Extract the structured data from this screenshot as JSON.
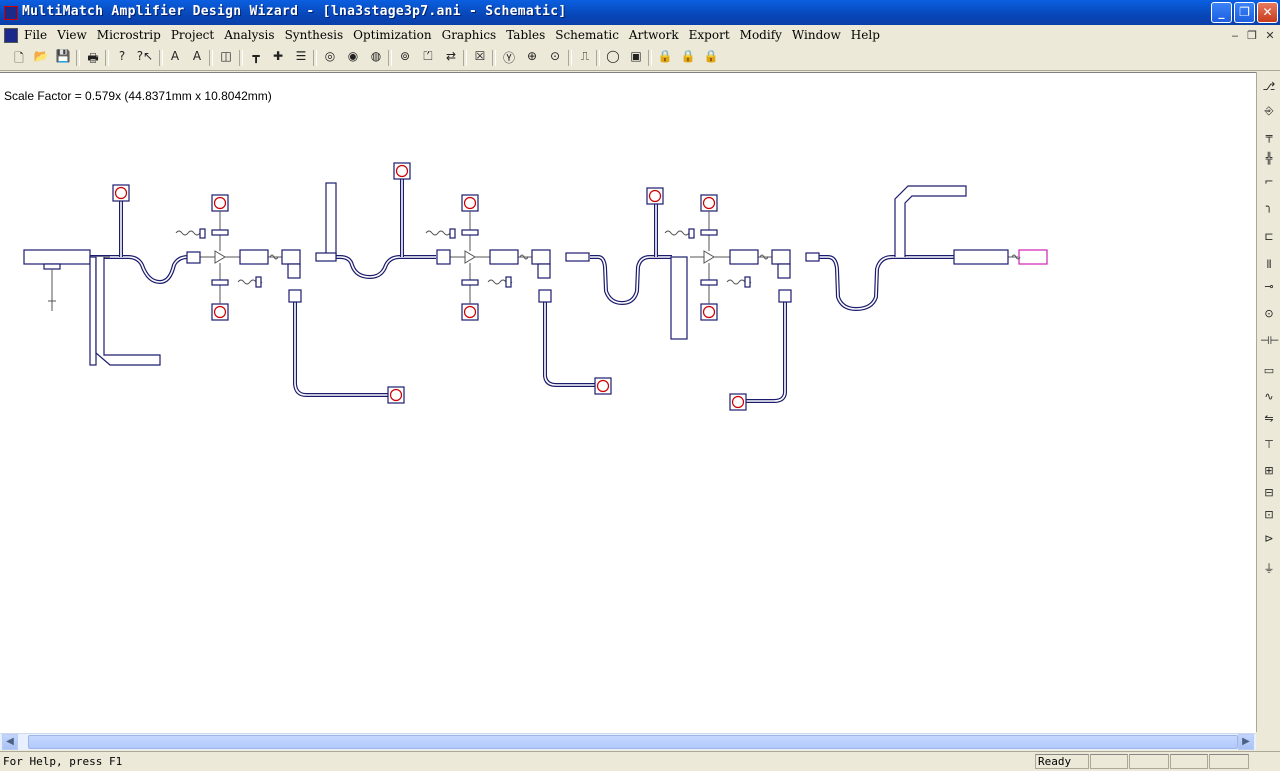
{
  "window": {
    "title": "MultiMatch Amplifier Design Wizard - [lna3stage3p7.ani - Schematic]",
    "minimize_glyph": "_",
    "maximize_glyph": "❐",
    "close_glyph": "✕"
  },
  "menu": {
    "items": [
      "File",
      "View",
      "Microstrip",
      "Project",
      "Analysis",
      "Synthesis",
      "Optimization",
      "Graphics",
      "Tables",
      "Schematic",
      "Artwork",
      "Export",
      "Modify",
      "Window",
      "Help"
    ],
    "mdi_min": "‒",
    "mdi_restore": "❐",
    "mdi_close": "✕"
  },
  "toolbar": {
    "icons": [
      "new-file-icon",
      "open-folder-icon",
      "save-icon",
      "print-icon",
      "help-icon",
      "context-help-icon",
      "text-a-icon",
      "text-italic-icon",
      "dimension-icon",
      "tee-icon",
      "cross-icon",
      "notes-icon",
      "smith-chart-icon",
      "circle-icon",
      "overlay-icon",
      "target-icon",
      "port-icon",
      "swap-icon",
      "delete-icon",
      "y-param-icon",
      "plus-circle-icon",
      "dot-circle-icon",
      "pulse-icon",
      "ring-icon",
      "rect-icon",
      "lock-icon",
      "lock2-icon",
      "lock3-icon"
    ],
    "glyphs": [
      "🗋",
      "📂",
      "💾",
      "🖶",
      "?",
      "?↖",
      "A",
      "A",
      "◫",
      "┳",
      "✚",
      "☰",
      "◎",
      "◉",
      "◍",
      "⊚",
      "⏍",
      "⇄",
      "☒",
      "Ⓨ",
      "⊕",
      "⊙",
      "⎍",
      "◯",
      "▣",
      "🔒",
      "🔒",
      "🔒"
    ]
  },
  "canvas": {
    "scale_factor_text": "Scale Factor =  0.579x (44.8371mm x 10.8042mm)"
  },
  "right_toolbar": {
    "icons": [
      "line-tool-icon",
      "stub-icon",
      "tee-junction-icon",
      "cross-junction-icon",
      "step-icon",
      "bend-icon",
      "open-end-icon",
      "coupler-icon",
      "gap-icon",
      "via-icon",
      "capacitor-icon",
      "resistor-icon",
      "inductor-icon",
      "series-icon",
      "shunt-icon",
      "plus-box-icon",
      "minus-box-icon",
      "fit-box-icon",
      "play-box-icon",
      "ground-icon"
    ],
    "glyphs": [
      "⎇",
      "⎆",
      "╤",
      "╬",
      "⌐",
      "╮",
      "⊏",
      "⫴",
      "⊸",
      "⊙",
      "⊣⊢",
      "▭",
      "∿",
      "⇋",
      "⊤",
      "⊞",
      "⊟",
      "⊡",
      "⊳",
      "⏚"
    ]
  },
  "scrollbar": {
    "left_arrow": "◀",
    "right_arrow": "▶"
  },
  "status": {
    "help_text": "For Help, press F1",
    "state": "Ready",
    "pane2": "",
    "pane3": "",
    "pane4": "",
    "pane5": ""
  },
  "colors": {
    "line": "#1c1c6e",
    "port_ring": "#cc0000",
    "output_box": "#d020b0",
    "component": "#555555"
  }
}
